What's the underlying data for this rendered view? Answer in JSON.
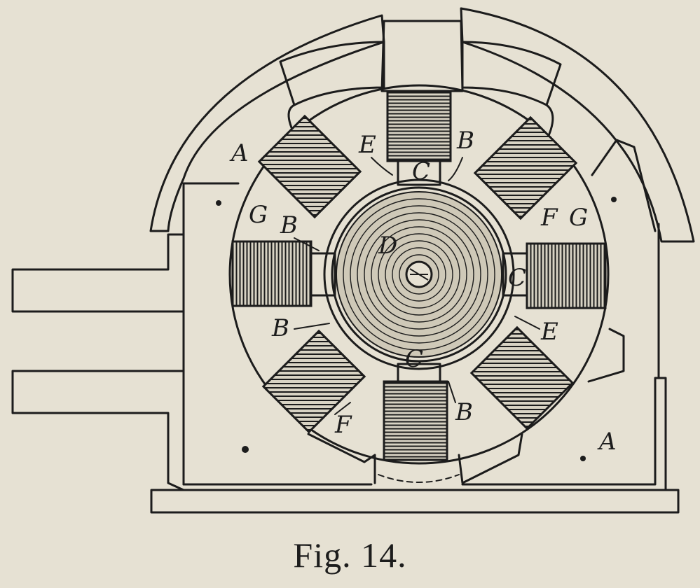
{
  "figure": {
    "caption": "Fig. 14.",
    "labels": {
      "A_upper": "A",
      "A_lower": "A",
      "B_top": "B",
      "B_left": "B",
      "B_lower_left": "B",
      "B_bottom": "B",
      "C_top": "C",
      "C_right": "C",
      "C_bottom": "C",
      "D": "D",
      "E_top": "E",
      "E_right": "E",
      "F_right": "F",
      "F_lower": "F",
      "G_left": "G",
      "G_right": "G"
    }
  }
}
